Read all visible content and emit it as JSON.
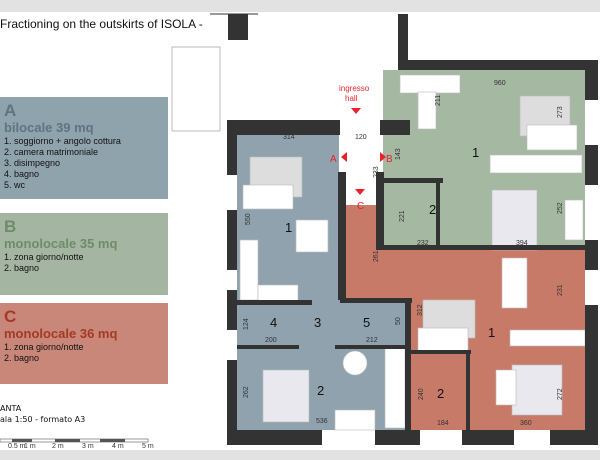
{
  "title": "Fractioning on the outskirts of ISOLA -",
  "apartments": [
    {
      "letter": "A",
      "subtitle": "bilocale 39 mq",
      "items": [
        "1. soggiorno + angolo cottura",
        "2. camera matrimoniale",
        "3. disimpegno",
        "4. bagno",
        "5. wc"
      ],
      "color": "#8fa3ad"
    },
    {
      "letter": "B",
      "subtitle": "monolocale 35 mq",
      "items": [
        "1. zona giorno/notte",
        "2. bagno"
      ],
      "color": "#a4b6a1"
    },
    {
      "letter": "C",
      "subtitle": "monolocale 36 mq",
      "items": [
        "1. zona giorno/notte",
        "2. bagno"
      ],
      "color": "#c9877a"
    }
  ],
  "footer": {
    "line1": "ANTA",
    "line2": "ala 1:50 - formato A3",
    "scale_ticks": [
      "0.5 m",
      "1 m",
      "2 m",
      "3 m",
      "4 m",
      "5 m"
    ]
  },
  "plan": {
    "entrance": {
      "line1": "ingresso",
      "line2": "hall",
      "labels": [
        "A",
        "B",
        "C"
      ]
    },
    "rooms_a": [
      "1",
      "2",
      "3",
      "4",
      "5"
    ],
    "rooms_b": [
      "1",
      "2"
    ],
    "rooms_c": [
      "1",
      "2"
    ],
    "dims": {
      "d314": "314",
      "d120": "120",
      "d233": "233",
      "d143": "143",
      "d550": "550",
      "d261": "261",
      "d124": "124",
      "d200": "200",
      "d212": "212",
      "d50": "50",
      "d262": "262",
      "d536": "536",
      "d960": "960",
      "d211": "211",
      "d273": "273",
      "d252": "252",
      "d221": "221",
      "d232": "232",
      "d394": "394",
      "d312": "312",
      "d231": "231",
      "d272": "272",
      "d240": "240",
      "d184": "184",
      "d360": "360"
    }
  }
}
